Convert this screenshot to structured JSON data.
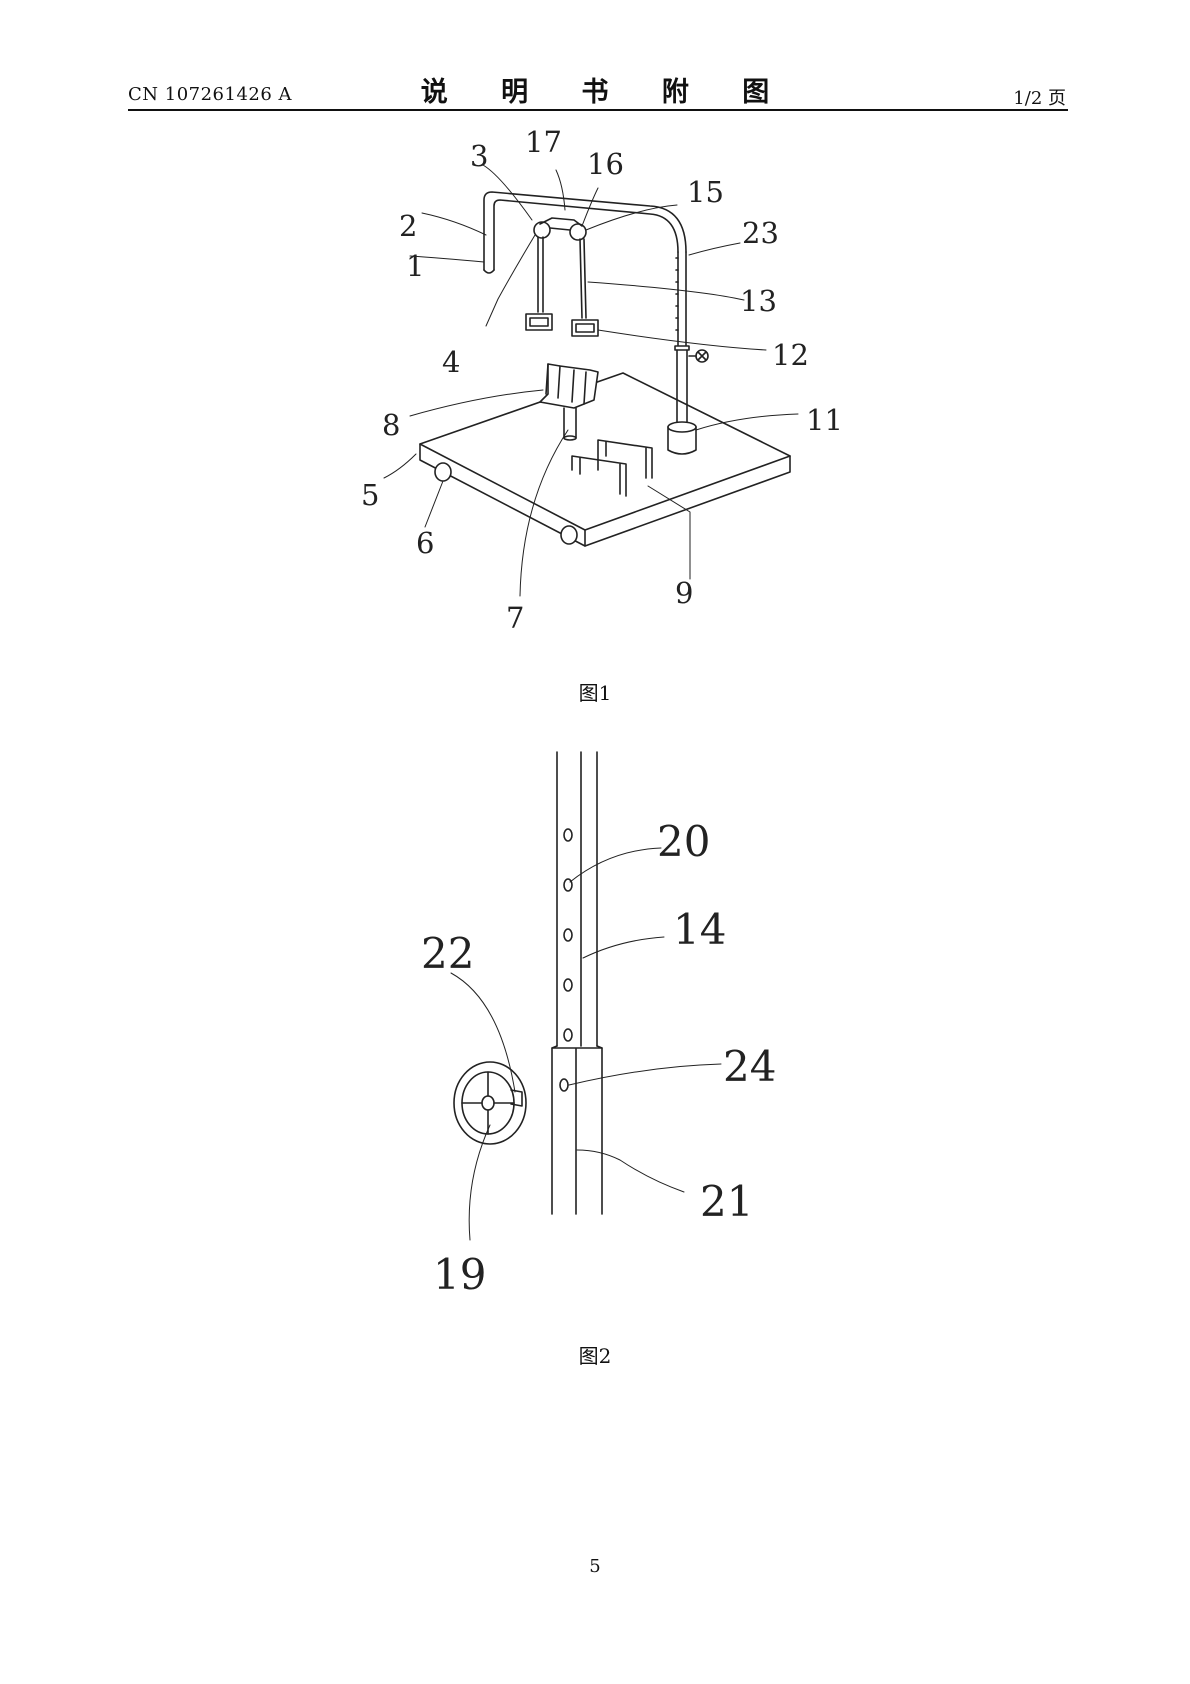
{
  "header": {
    "doc_number": "CN 107261426 A",
    "title": "说 明 书 附 图",
    "page_of": "1/2 页"
  },
  "figure1": {
    "caption": "图1",
    "labels": [
      "1",
      "2",
      "3",
      "4",
      "5",
      "6",
      "7",
      "8",
      "9",
      "11",
      "12",
      "13",
      "15",
      "16",
      "17",
      "23"
    ]
  },
  "figure2": {
    "caption": "图2",
    "labels": [
      "14",
      "19",
      "20",
      "21",
      "22",
      "24"
    ]
  },
  "footer": {
    "page_number": "5"
  }
}
